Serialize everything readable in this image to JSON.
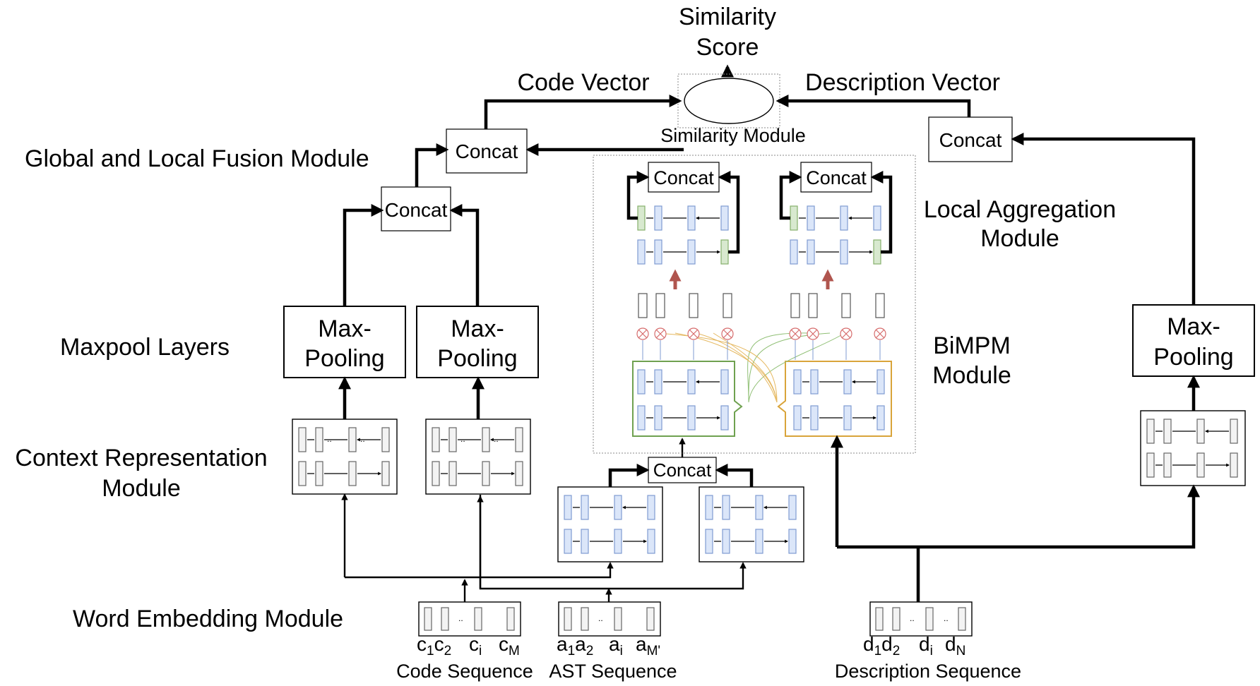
{
  "module_labels": {
    "global_local_fusion": "Global and Local Fusion Module",
    "maxpool_layers": "Maxpool Layers",
    "context_representation_line1": "Context Representation",
    "context_representation_line2": "Module",
    "word_embedding": "Word Embedding Module",
    "local_aggregation_line1": "Local Aggregation",
    "local_aggregation_line2": "Module",
    "bimpm_line1": "BiMPM",
    "bimpm_line2": "Module",
    "similarity_module": "Similarity Module"
  },
  "output": {
    "similarity_line1": "Similarity",
    "similarity_line2": "Score",
    "code_vector": "Code Vector",
    "description_vector": "Description Vector"
  },
  "blocks": {
    "concat": "Concat",
    "max_pooling_line1": "Max-",
    "max_pooling_line2": "Pooling"
  },
  "inputs": {
    "code_sequence": "Code Sequence",
    "ast_sequence": "AST Sequence",
    "description_sequence": "Description Sequence",
    "code_tokens": [
      "c",
      "c",
      "c",
      "c"
    ],
    "code_subs": [
      "1",
      "2",
      "i",
      "M"
    ],
    "ast_tokens": [
      "a",
      "a",
      "a",
      "a"
    ],
    "ast_subs": [
      "1",
      "2",
      "i",
      "M'"
    ],
    "desc_tokens": [
      "d",
      "d",
      "d",
      "d"
    ],
    "desc_subs": [
      "1",
      "2",
      "i",
      "N"
    ]
  },
  "colors": {
    "lstm_cell_fill": "#dbe6f9",
    "aggregation_cell_fill": "#d8e9cf",
    "code_ast_match_border": "#6fa150",
    "description_match_border": "#d9a43a",
    "upward_arrow": "#b0554e",
    "multiply_circle": "#d66b6b"
  }
}
